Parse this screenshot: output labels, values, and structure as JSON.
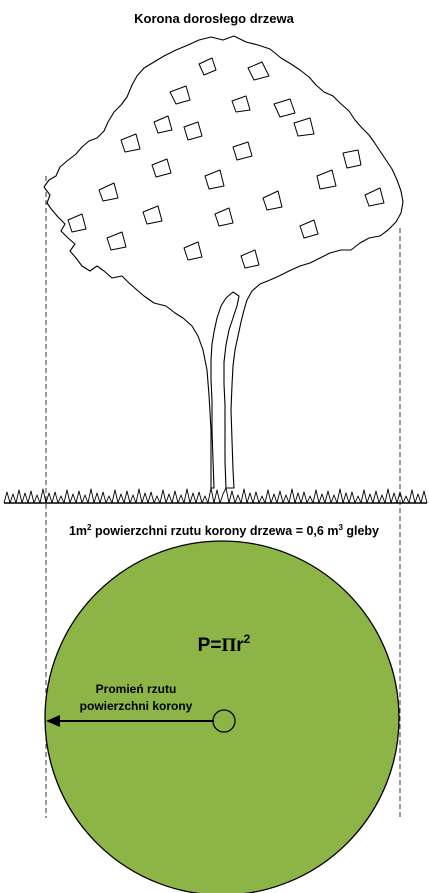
{
  "title": "Korona dorosłego drzewa",
  "soil_note": {
    "lead": "1m",
    "lead_exp": "2",
    "middle": " powierzchni rzutu korony drzewa = 0,6 m",
    "tail_exp": "3",
    "tail": " gleby"
  },
  "formula": {
    "base": "P=",
    "pi": "Π",
    "r": "r",
    "exp": "2"
  },
  "radius_label": {
    "line1": "Promień rzutu",
    "line2": "powierzchni korony"
  },
  "colors": {
    "canopy_fill": "#8db446",
    "ink": "#000000"
  }
}
